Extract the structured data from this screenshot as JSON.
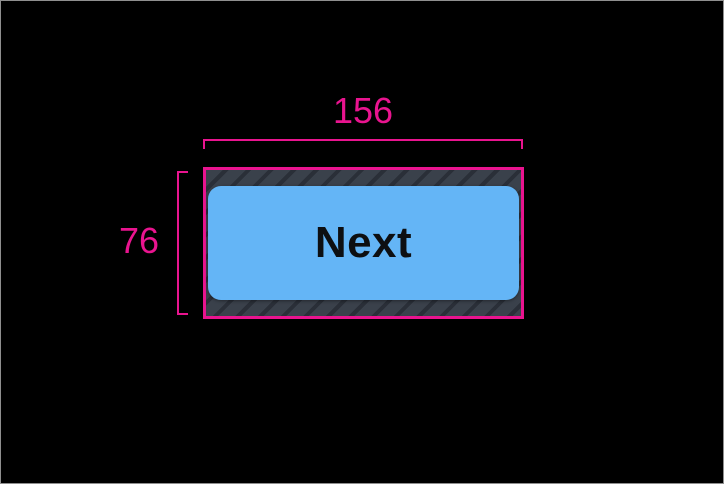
{
  "colors": {
    "canvas_bg": "#000000",
    "canvas_border": "#8f8f8f",
    "pink": "#e9148f",
    "hatch_base": "#3a414b",
    "hatch_stripe": "#2a2f38",
    "button_blue": "#64b5f6",
    "button_text": "#0d0f12"
  },
  "annotations": {
    "width_label": "156",
    "height_label": "76"
  },
  "button": {
    "label": "Next"
  }
}
